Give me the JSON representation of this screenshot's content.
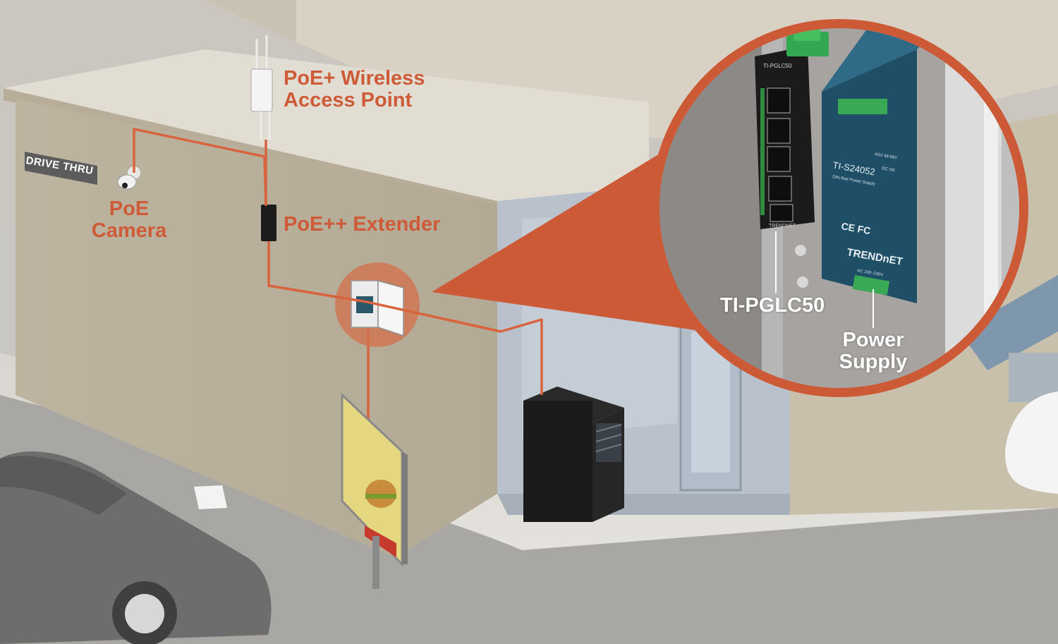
{
  "labels": {
    "access_point": [
      "PoE+ Wireless",
      "Access Point"
    ],
    "camera": [
      "PoE",
      "Camera"
    ],
    "extender": "PoE++ Extender",
    "switch_model": "TI-PGLC50",
    "power_supply": [
      "Power",
      "Supply"
    ],
    "drive_thru_sign": "DRIVE THRU"
  },
  "device_text": {
    "switch_model_small": "TI-PGLC50",
    "switch_brand": "TRENDNET",
    "psu_model": "TI-S24052",
    "psu_subtitle": "DIN-Rail Power Supply",
    "psu_brand": "TRENDnET",
    "psu_marks": "CE FC",
    "psu_dc_ok": "DC OK",
    "psu_adj": "ADJ 48-56V",
    "psu_ac": "AC 100~240V"
  },
  "colors": {
    "accent": "#cf5a37",
    "cable": "#d8643f",
    "wall_front": "#bbb29e",
    "wall_top": "#ccc4b0",
    "roof": "#e3ddd3",
    "psu_blue": "#1e4f67",
    "car_gray": "#6d6d6d"
  }
}
